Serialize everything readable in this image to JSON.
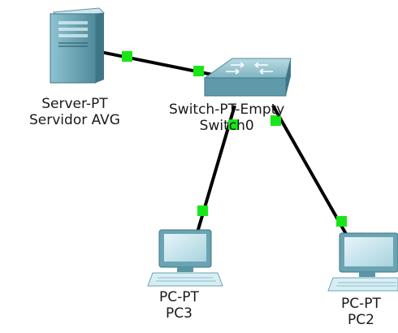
{
  "topology": {
    "devices": [
      {
        "id": "server",
        "kind": "server",
        "model": "Server-PT",
        "name": "Servidor AVG"
      },
      {
        "id": "switch",
        "kind": "switch",
        "model": "Switch-PT-Empty",
        "name": "Switch0"
      },
      {
        "id": "pc3",
        "kind": "pc",
        "model": "PC-PT",
        "name": "PC3"
      },
      {
        "id": "pc2",
        "kind": "pc",
        "model": "PC-PT",
        "name": "PC2"
      }
    ],
    "links": [
      {
        "from": "server",
        "to": "switch",
        "status": "up"
      },
      {
        "from": "switch",
        "to": "pc3",
        "status": "up"
      },
      {
        "from": "switch",
        "to": "pc2",
        "status": "up"
      }
    ],
    "colors": {
      "link": "#000000",
      "port_up": "#19e619",
      "device_body": "#5a96a6",
      "screen": "#c9e6ee"
    }
  }
}
